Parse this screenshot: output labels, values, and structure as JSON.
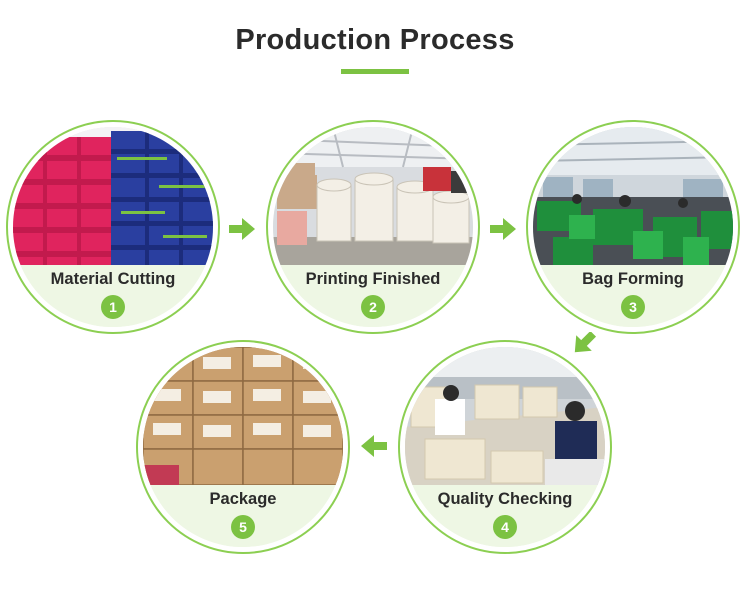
{
  "page": {
    "title": "Production Process",
    "accent_color": "#7cc242"
  },
  "steps": [
    {
      "label": "Material Cutting",
      "number": "1",
      "icon": "fabric-rolls-photo"
    },
    {
      "label": "Printing Finished",
      "number": "2",
      "icon": "printed-rolls-photo"
    },
    {
      "label": "Bag Forming",
      "number": "3",
      "icon": "sewing-workshop-photo"
    },
    {
      "label": "Quality Checking",
      "number": "4",
      "icon": "inspection-table-photo"
    },
    {
      "label": "Package",
      "number": "5",
      "icon": "carton-boxes-photo"
    }
  ],
  "arrows": [
    {
      "direction": "right",
      "icon": "arrow-right-icon"
    },
    {
      "direction": "right",
      "icon": "arrow-right-icon"
    },
    {
      "direction": "down-left",
      "icon": "arrow-down-left-icon"
    },
    {
      "direction": "left",
      "icon": "arrow-left-icon"
    }
  ]
}
